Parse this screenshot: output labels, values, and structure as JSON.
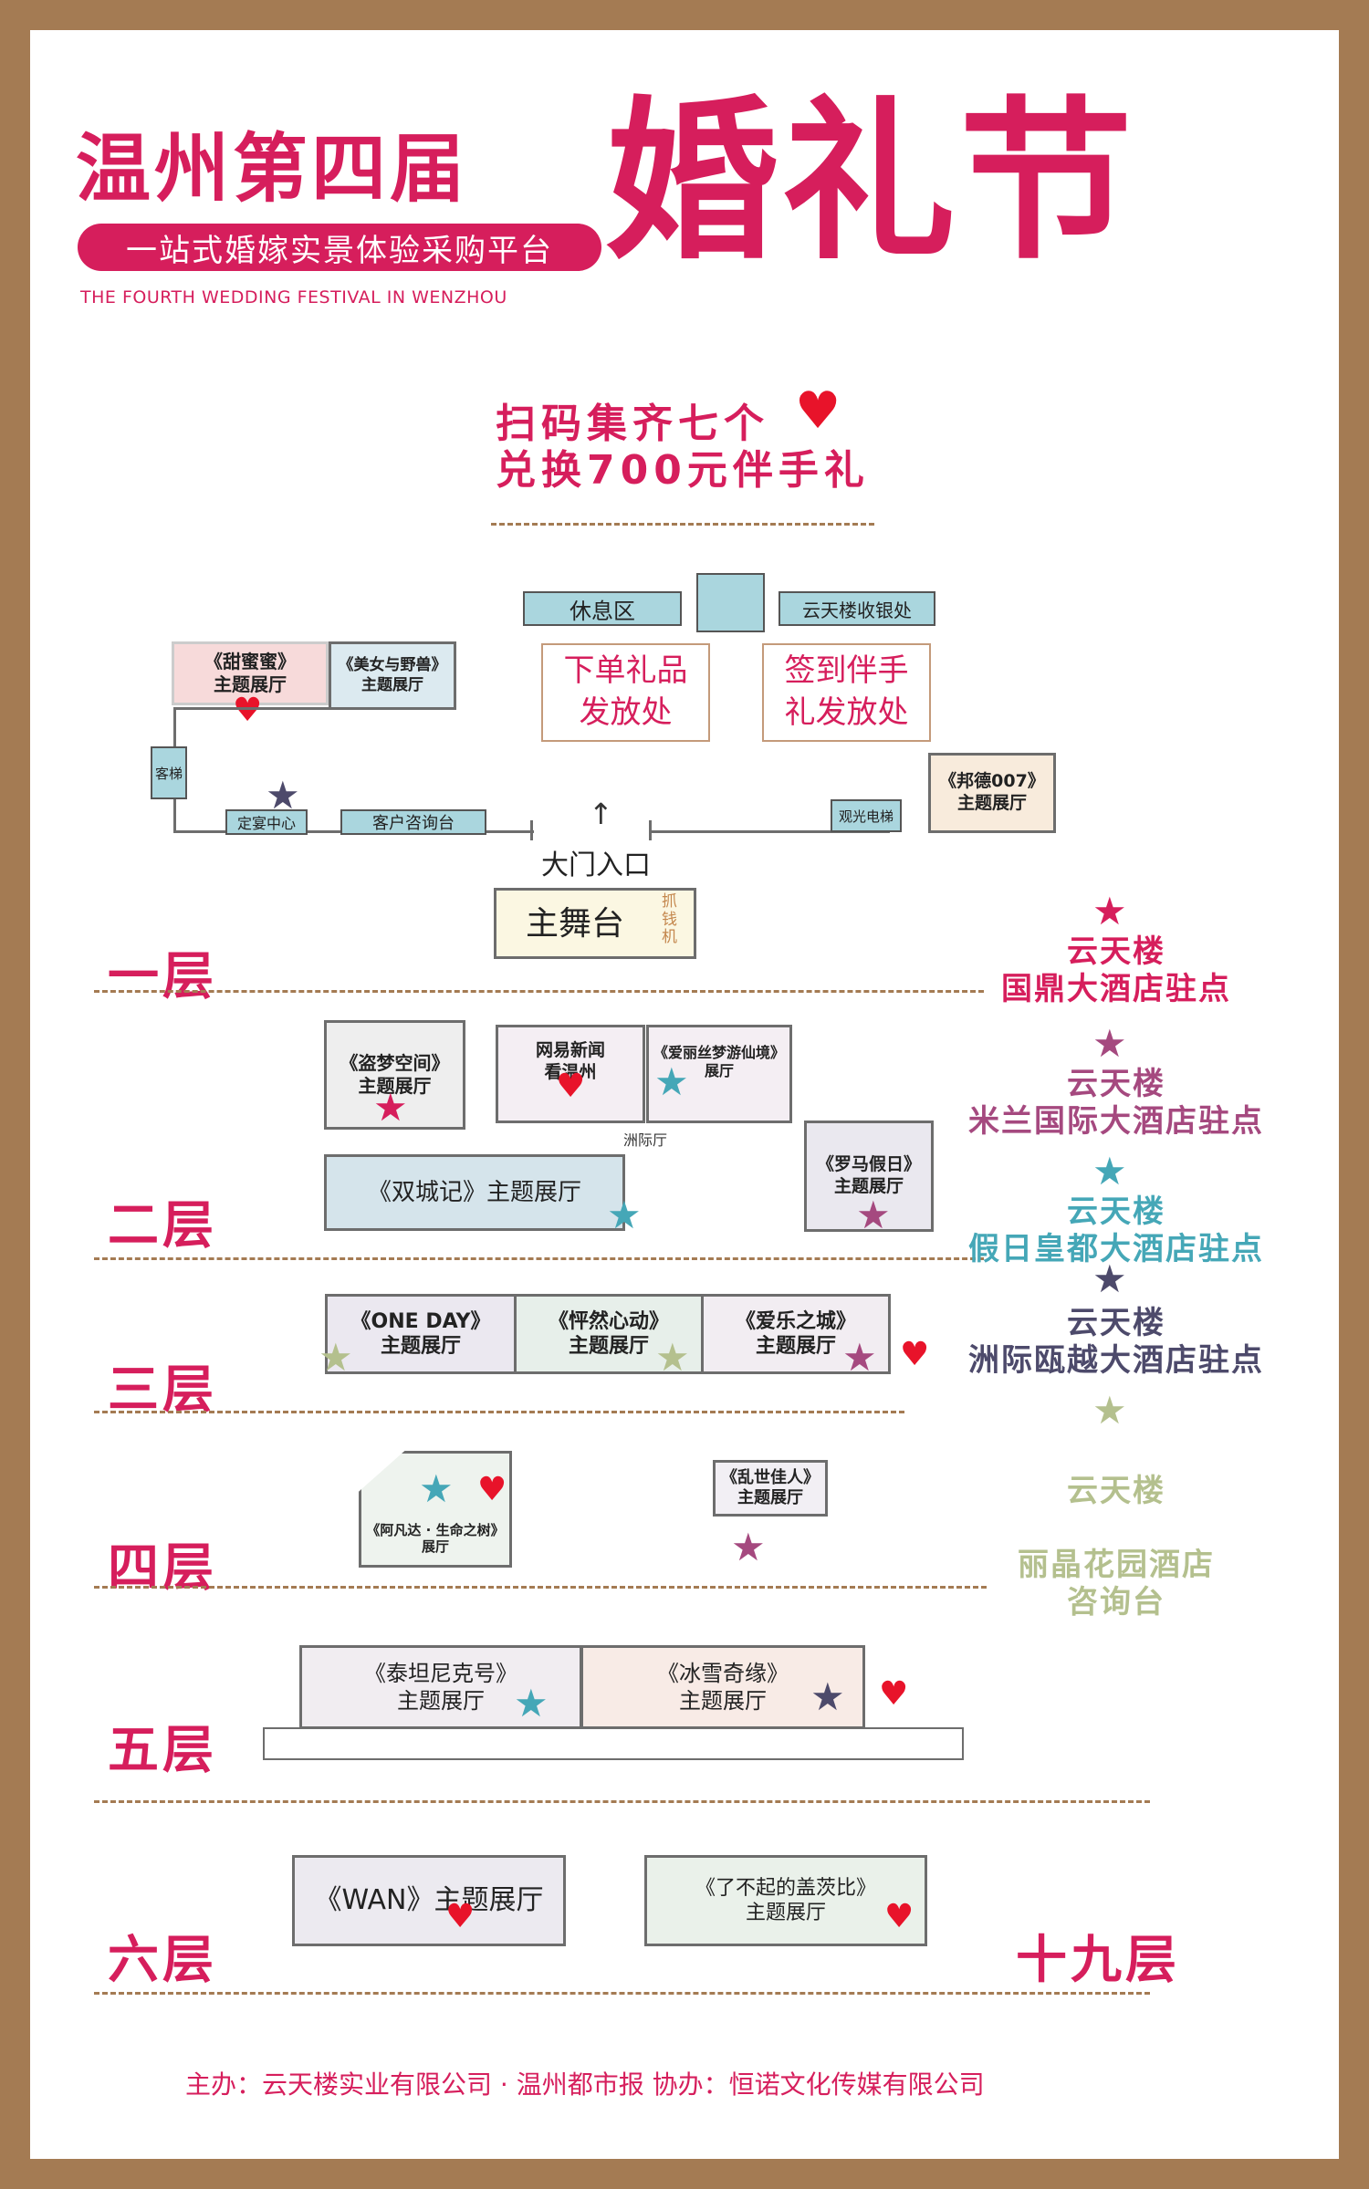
{
  "header": {
    "title": "温州第四届",
    "big_title": "婚礼节",
    "subtitle": "一站式婚嫁实景体验采购平台",
    "english": "THE FOURTH WEDDING FESTIVAL IN WENZHOU"
  },
  "promo": {
    "line1": "扫码集齐七个",
    "line2": "兑换700元伴手礼"
  },
  "floor1": {
    "label": "一层",
    "rest_area": "休息区",
    "cashier": "云天楼收银处",
    "gift_order": "下单礼品\n发放处",
    "gift_signin": "签到伴手\n礼发放处",
    "sweet": "《甜蜜蜜》\n主题展厅",
    "beauty": "《美女与野兽》\n主题展厅",
    "elevator_guest": "客梯",
    "banquet_center": "定宴中心",
    "customer_service": "客户咨询台",
    "entrance_arrow": "↑",
    "entrance": "大门入口",
    "sightseeing_elevator": "观光电梯",
    "bond": "《邦德007》\n主题展厅",
    "stage": "主舞台",
    "claw_machine": "抓\n钱\n机"
  },
  "floor2": {
    "label": "二层",
    "inception": "《盗梦空间》\n主题展厅",
    "netease": "网易新闻\n看温州",
    "alice": "《爱丽丝梦游仙境》\n展厅",
    "zhouji_hall": "洲际厅",
    "tale": "《双城记》主题展厅",
    "roman": "《罗马假日》\n主题展厅"
  },
  "floor3": {
    "label": "三层",
    "one_day": "《ONE DAY》\n主题展厅",
    "heart_beat": "《怦然心动》\n主题展厅",
    "lala_land": "《爱乐之城》\n主题展厅"
  },
  "floor4": {
    "label": "四层",
    "avatar": "《阿凡达 · 生命之树》\n展厅",
    "gone_wind": "《乱世佳人》\n主题展厅"
  },
  "floor5": {
    "label": "五层",
    "titanic": "《泰坦尼克号》\n主题展厅",
    "frozen": "《冰雪奇缘》\n主题展厅"
  },
  "floor6": {
    "label": "六层",
    "wan": "《WAN》主题展厅",
    "gatsby": "《了不起的盖茨比》\n主题展厅",
    "floor19": "十九层"
  },
  "legend": [
    {
      "line1": "云天楼",
      "line2": "国鼎大酒店驻点",
      "color": "#d61e5c"
    },
    {
      "line1": "云天楼",
      "line2": "米兰国际大酒店驻点",
      "color": "#a5497f"
    },
    {
      "line1": "云天楼",
      "line2": "假日皇都大酒店驻点",
      "color": "#45a7b7"
    },
    {
      "line1": "云天楼",
      "line2": "洲际瓯越大酒店驻点",
      "color": "#4d4a6b"
    },
    {
      "line1": "云天楼",
      "line2": "丽晶花园酒店\n咨询台",
      "color": "#b4c08e"
    }
  ],
  "footer": "主办：云天楼实业有限公司 · 温州都市报   协办：恒诺文化传媒有限公司",
  "colors": {
    "brand": "#d61e5c",
    "border": "#a47b53",
    "cyan": "#aad6de"
  }
}
